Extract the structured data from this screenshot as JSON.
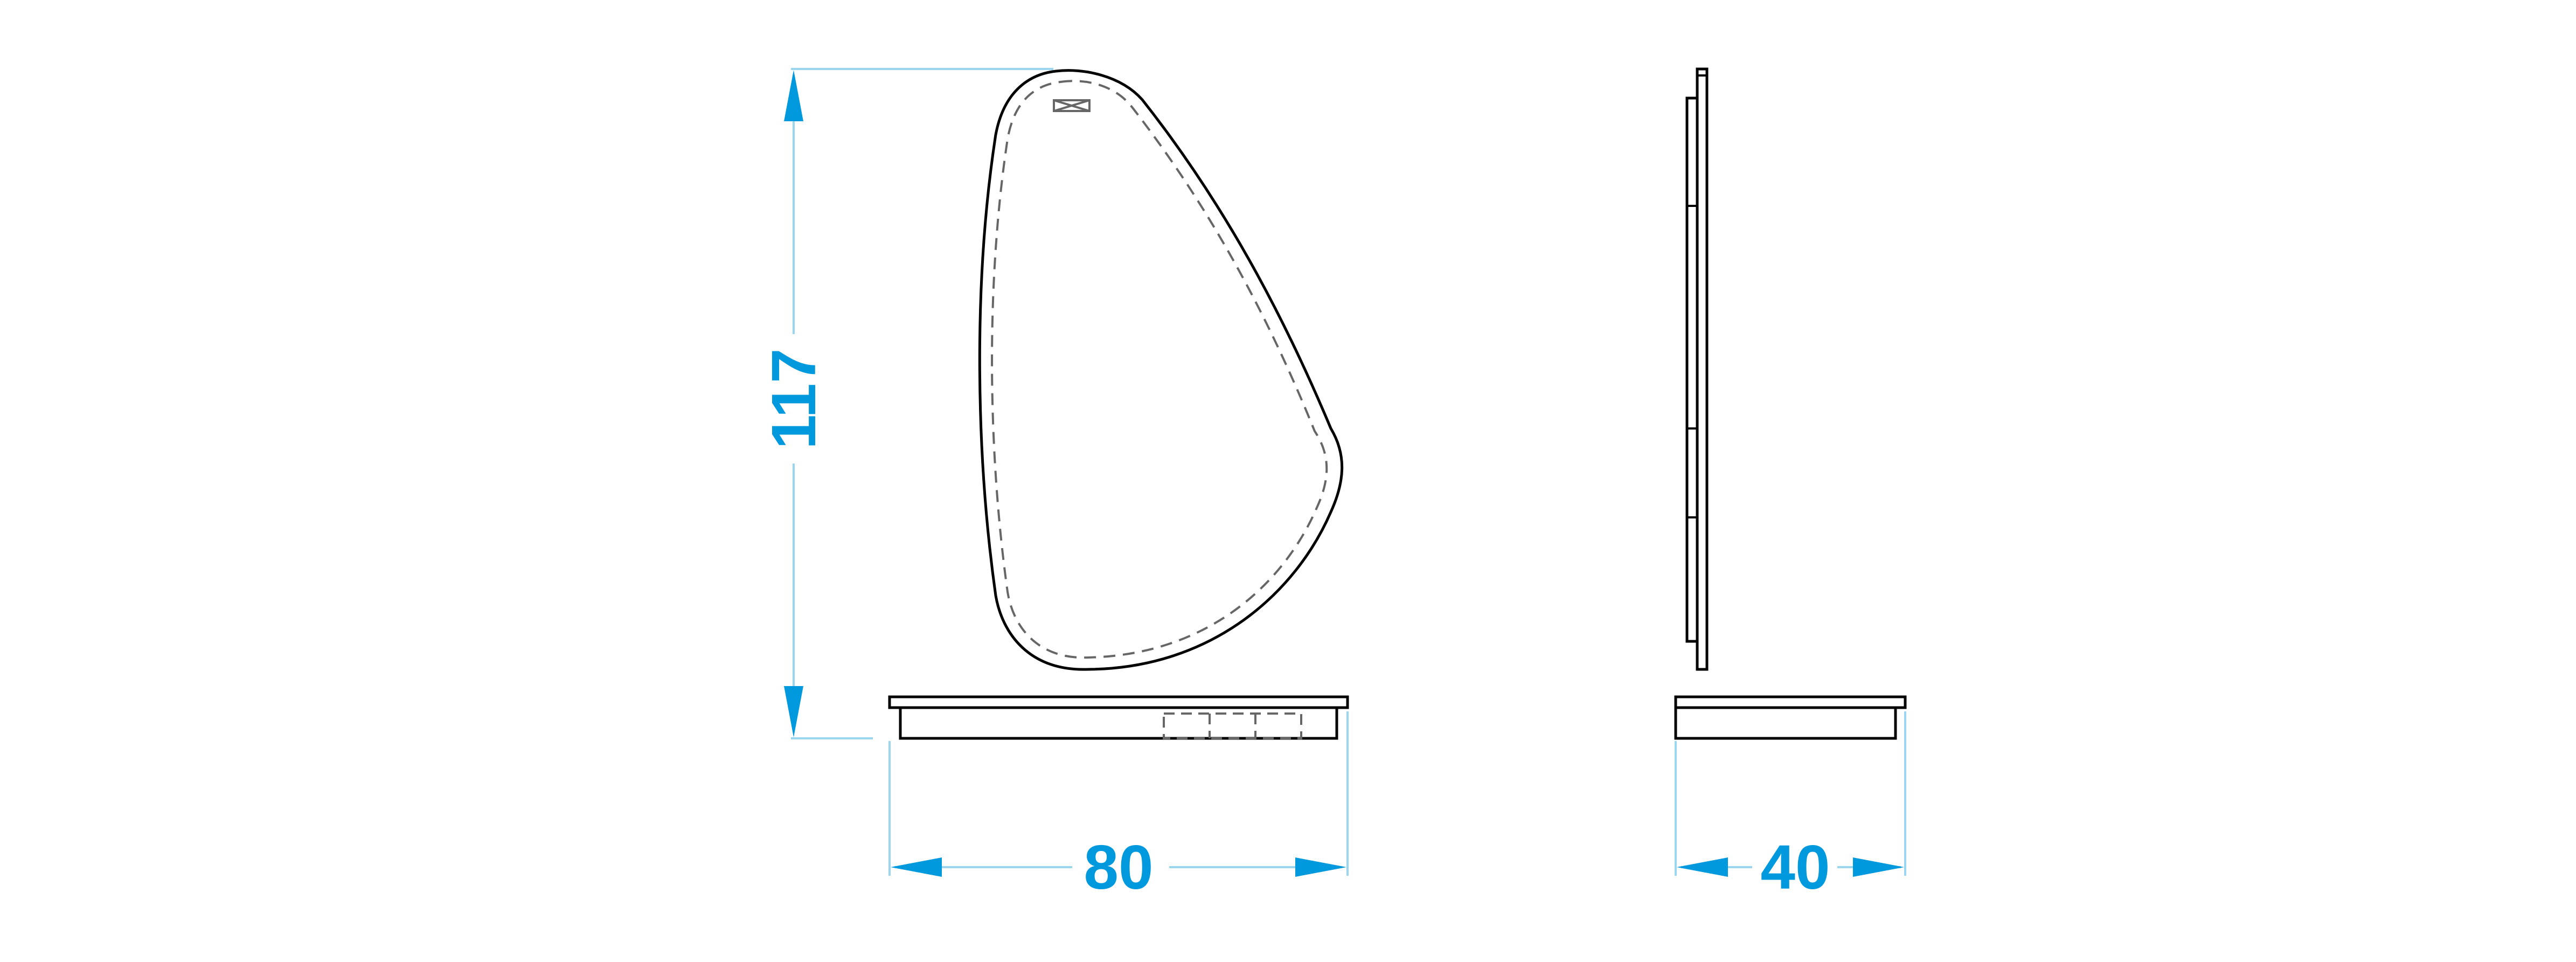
{
  "drawing": {
    "colors": {
      "line": "#000000",
      "hidden": "#666666",
      "dimension": "#0099dd",
      "extension": "#9ad6ef",
      "background": "#ffffff"
    },
    "dimensions": {
      "height": {
        "value": "117"
      },
      "front_width": {
        "value": "80"
      },
      "side_depth": {
        "value": "40"
      }
    },
    "views": [
      "front-view",
      "side-view"
    ]
  }
}
